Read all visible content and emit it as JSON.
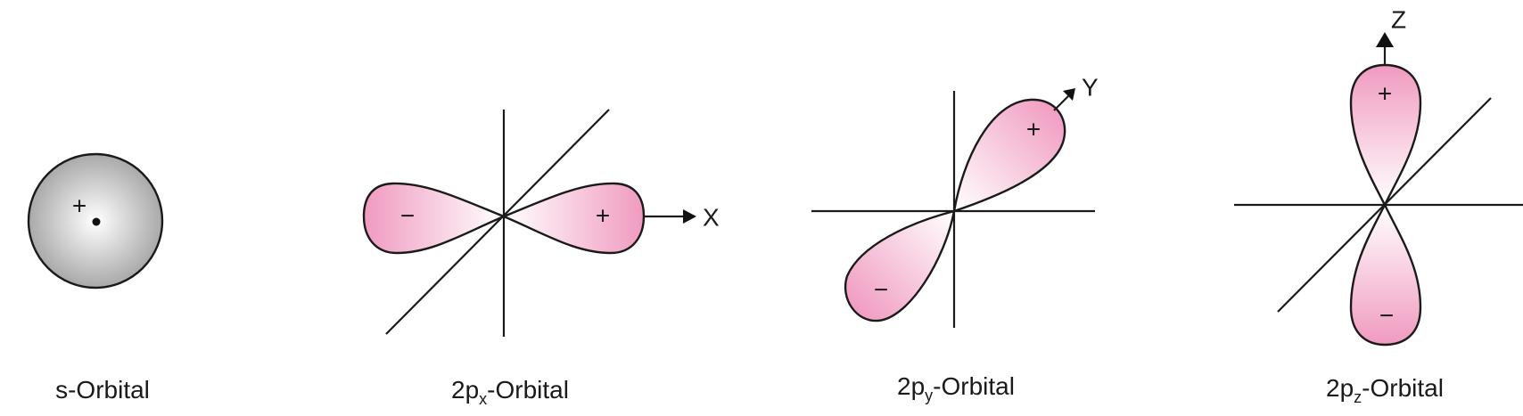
{
  "colors": {
    "lobe_fill": "#f09ac0",
    "lobe_center": "#ffffff",
    "s_fill_edge": "#a9a9a9",
    "line": "#1a1a1a"
  },
  "orbitals": [
    {
      "caption": {
        "pre": "s-Orbital",
        "sub": "",
        "post": ""
      },
      "signs": [
        "+"
      ]
    },
    {
      "caption": {
        "pre": "2p",
        "sub": "x",
        "post": "-Orbital"
      },
      "signs": [
        "−",
        "+"
      ],
      "axis_label": "X"
    },
    {
      "caption": {
        "pre": "2p",
        "sub": "y",
        "post": "-Orbital"
      },
      "signs": [
        "+",
        "−"
      ],
      "axis_label": "Y"
    },
    {
      "caption": {
        "pre": "2p",
        "sub": "z",
        "post": "-Orbital"
      },
      "signs": [
        "+",
        "−"
      ],
      "axis_label": "Z"
    }
  ]
}
